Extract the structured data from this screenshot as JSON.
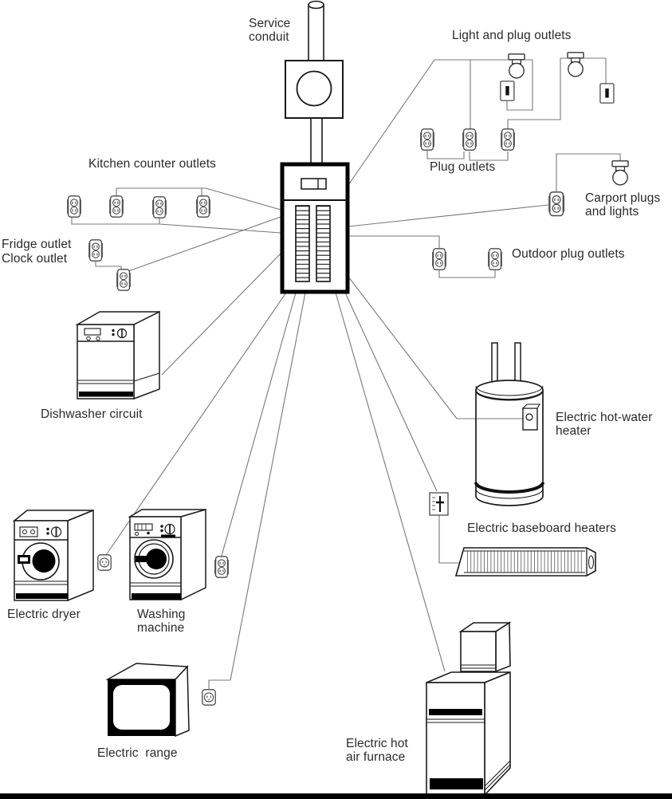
{
  "figure": {
    "type": "home-electrical-wiring-diagram",
    "hub": "breaker service panel",
    "branch_count": 13
  },
  "colors": {
    "background": "#ffffff",
    "wire_line": "#787878",
    "outline_ink": "#1a1a1a",
    "label_text": "#2b2b2b",
    "bottom_bar": "#000000"
  },
  "labels": {
    "service_conduit": "Service\nconduit",
    "light_and_plug_outlets": "Light and plug outlets",
    "kitchen_counter_outlets": "Kitchen counter outlets",
    "plug_outlets": "Plug outlets",
    "carport_plugs_and_lights": "Carport plugs\nand lights",
    "fridge_outlet": "Fridge outlet",
    "clock_outlet": "Clock outlet",
    "outdoor_plug_outlets": "Outdoor plug outlets",
    "dishwasher_circuit": "Dishwasher circuit",
    "electric_hot_water_heater": "Electric hot-water\nheater",
    "electric_baseboard_heaters": "Electric baseboard heaters",
    "electric_dryer": "Electric dryer",
    "washing_machine": "Washing\nmachine",
    "electric_range": "Electric  range",
    "electric_hot_air_furnace": "Electric hot\nair furnace"
  }
}
